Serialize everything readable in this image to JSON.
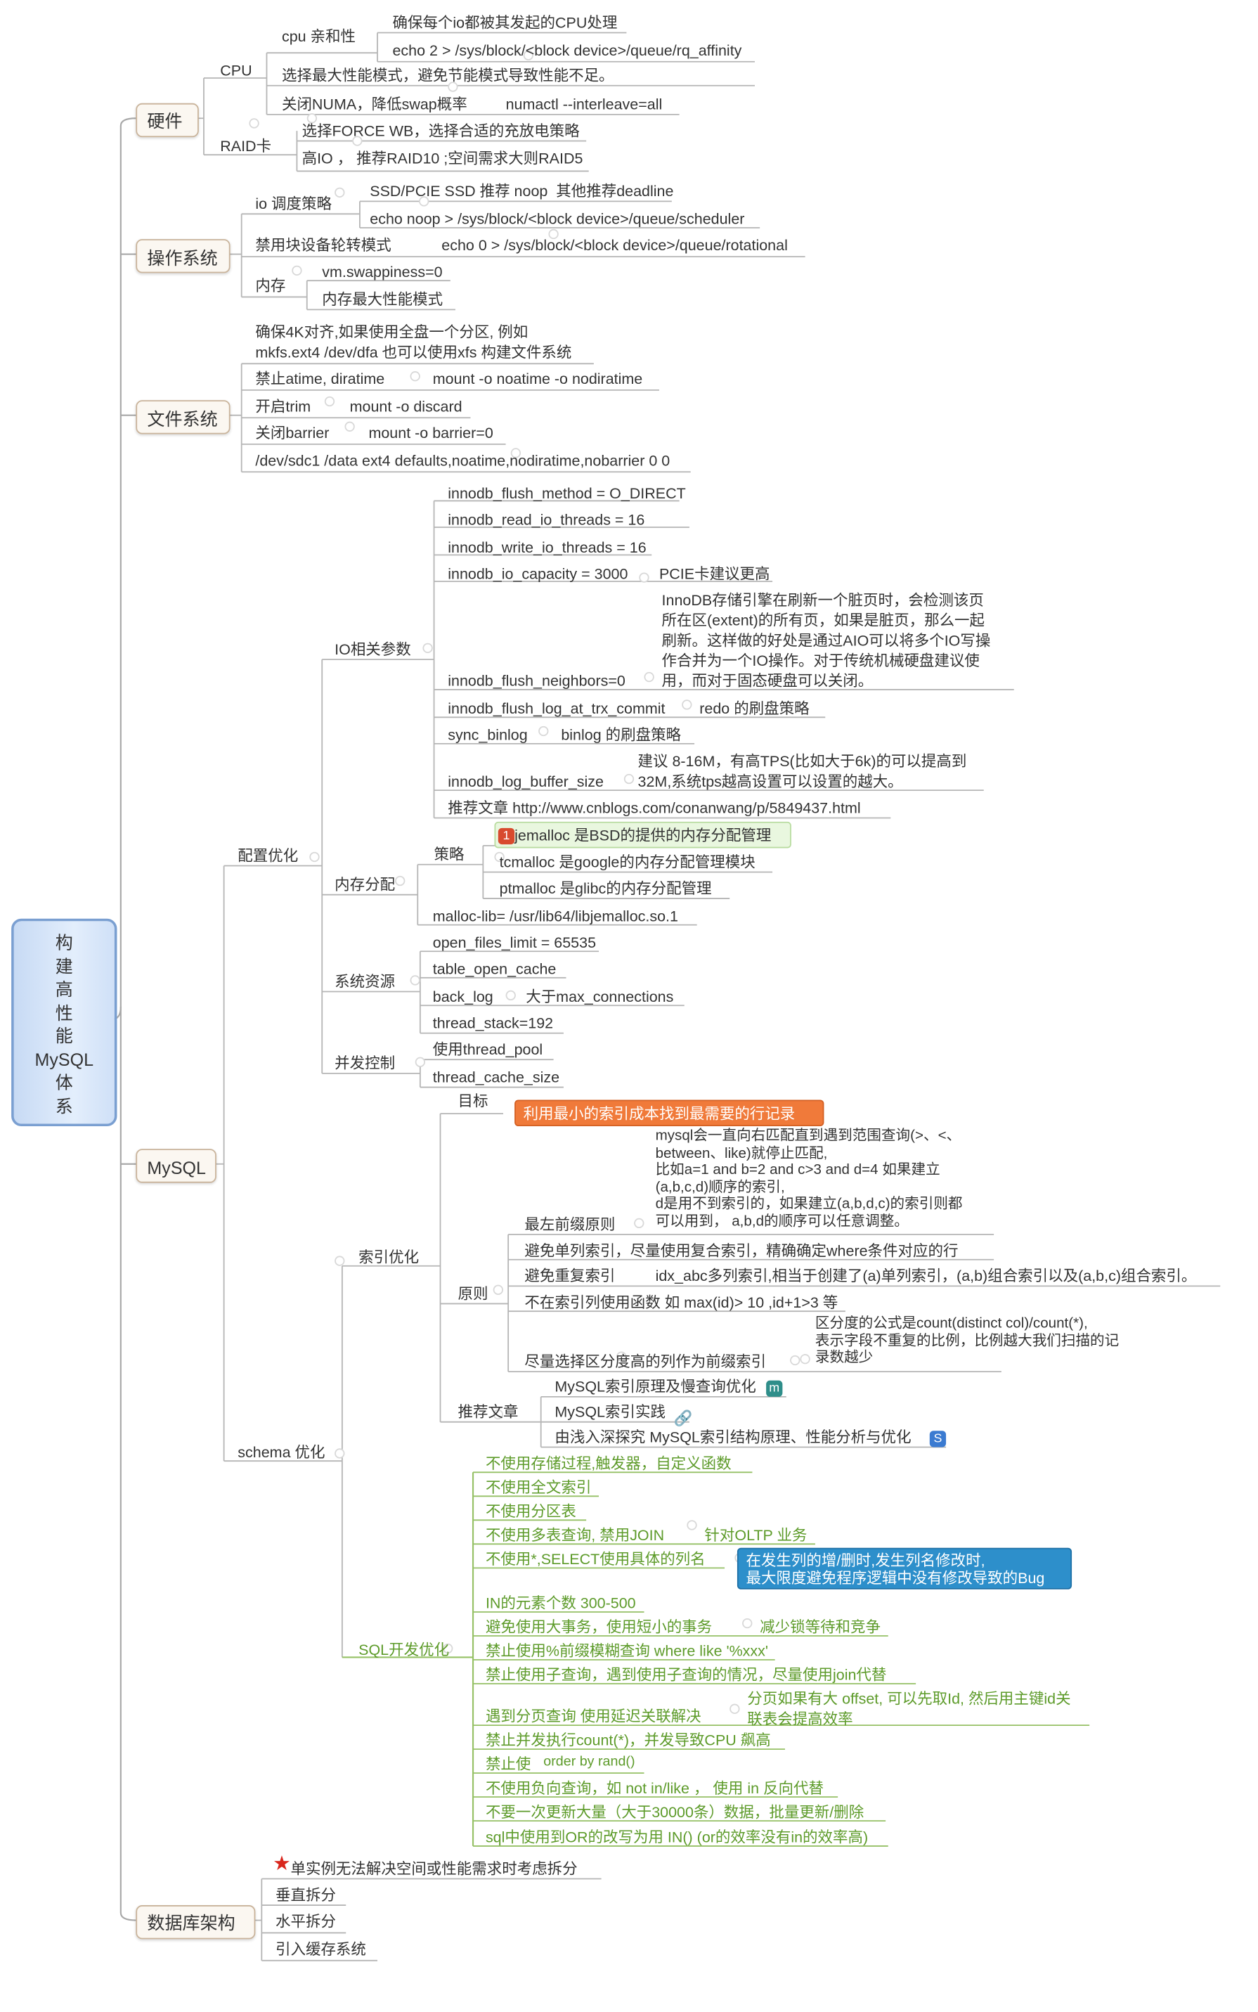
{
  "root": [
    "构",
    "建",
    "高",
    "性",
    "能",
    "MySQL",
    "体",
    "系"
  ],
  "colors": {
    "line": "#b5b5b5",
    "green_line": "#95c065",
    "green_text": "#5d9b2a",
    "orange_box": "#f07a3a",
    "blue_box": "#2d8fcb",
    "jemalloc_box": "#e9f7df",
    "root_box": "#d7e6fa"
  },
  "nodes": {
    "n1": "硬件",
    "n2": "CPU",
    "n3": "cpu 亲和性",
    "n4": "确保每个io都被其发起的CPU处理",
    "n5": "echo 2 > /sys/block/<block device>/queue/rq_affinity",
    "n6": "选择最大性能模式，避免节能模式导致性能不足。",
    "n7": "关闭NUMA，降低swap概率",
    "n8": "numactl --interleave=all",
    "n9": "RAID卡",
    "n10": "选择FORCE WB，选择合适的充放电策略",
    "n11": "高IO ， 推荐RAID10 ;空间需求大则RAID5",
    "n12": "操作系统",
    "n13": "io 调度策略",
    "n14": "SSD/PCIE SSD 推荐 noop  其他推荐deadline",
    "n15": "echo noop > /sys/block/<block device>/queue/scheduler",
    "n16": "禁用块设备轮转模式",
    "n17": "echo 0 > /sys/block/<block device>/queue/rotational",
    "n18": "内存",
    "n19": "vm.swappiness=0",
    "n20": "内存最大性能模式",
    "n21": "文件系统",
    "n22": "确保4K对齐,如果使用全盘一个分区, 例如\nmkfs.ext4 /dev/dfa 也可以使用xfs 构建文件系统",
    "n23": "禁止atime, diratime",
    "n24": "mount -o noatime -o nodiratime",
    "n25": "开启trim",
    "n26": "mount -o discard",
    "n27": "关闭barrier",
    "n28": "mount -o barrier=0",
    "n29": "/dev/sdc1 /data ext4 defaults,noatime,nodiratime,nobarrier 0 0",
    "n30": "MySQL",
    "n31": "配置优化",
    "n32": "IO相关参数",
    "n33": "innodb_flush_method = O_DIRECT",
    "n34": "innodb_read_io_threads = 16",
    "n35": "innodb_write_io_threads = 16",
    "n36": "innodb_io_capacity = 3000",
    "n37": "PCIE卡建议更高",
    "n38": "innodb_flush_neighbors=0",
    "n39": "InnoDB存储引擎在刷新一个脏页时，会检测该页\n所在区(extent)的所有页，如果是脏页，那么一起\n刷新。这样做的好处是通过AIO可以将多个IO写操\n作合并为一个IO操作。对于传统机械硬盘建议使\n用，而对于固态硬盘可以关闭。",
    "n40": "innodb_flush_log_at_trx_commit",
    "n41": "redo 的刷盘策略",
    "n42": "sync_binlog",
    "n43": "binlog 的刷盘策略",
    "n44": "innodb_log_buffer_size",
    "n45": "建议 8-16M，有高TPS(比如大于6k)的可以提高到\n32M,系统tps越高设置可以设置的越大。",
    "n46": "推荐文章 http://www.cnblogs.com/conanwang/p/5849437.html",
    "n47": "内存分配",
    "n48": "策略",
    "n49": "jemalloc 是BSD的提供的内存分配管理",
    "n50": "tcmalloc 是google的内存分配管理模块",
    "n51": "ptmalloc 是glibc的内存分配管理",
    "n52": "malloc-lib= /usr/lib64/libjemalloc.so.1",
    "n53": "系统资源",
    "n54": "open_files_limit = 65535",
    "n55": "table_open_cache",
    "n56": "back_log",
    "n57": "大于max_connections",
    "n58": "thread_stack=192",
    "n59": "并发控制",
    "n60": "使用thread_pool",
    "n61": "thread_cache_size",
    "n62": "schema 优化",
    "n63": "索引优化",
    "n64": "目标",
    "n65": "利用最小的索引成本找到最需要的行记录",
    "n66": "原则",
    "n67": "最左前缀原则",
    "n68": "mysql会一直向右匹配直到遇到范围查询(>、<、\nbetween、like)就停止匹配,\n比如a=1 and b=2 and c>3 and d=4 如果建立\n(a,b,c,d)顺序的索引,\nd是用不到索引的，如果建立(a,b,d,c)的索引则都\n可以用到， a,b,d的顺序可以任意调整。",
    "n69": "避免单列索引，尽量使用复合索引，精确确定where条件对应的行",
    "n70": "避免重复索引",
    "n71": "idx_abc多列索引,相当于创建了(a)单列索引，(a,b)组合索引以及(a,b,c)组合索引。",
    "n72": "不在索引列使用函数 如 max(id)> 10 ,id+1>3 等",
    "n73": "尽量选择区分度高的列作为前缀索引",
    "n74": "区分度的公式是count(distinct col)/count(*),\n表示字段不重复的比例，比例越大我们扫描的记\n录数越少",
    "n75": "推荐文章",
    "n76": "MySQL索引原理及慢查询优化",
    "n77": "MySQL索引实践",
    "n78": "由浅入深探究 MySQL索引结构原理、性能分析与优化",
    "n79": "SQL开发优化",
    "n80": "不使用存储过程,触发器，自定义函数",
    "n81": "不使用全文索引",
    "n82": "不使用分区表",
    "n83": "不使用多表查询, 禁用JOIN",
    "n84": "针对OLTP 业务",
    "n85": "不使用*,SELECT使用具体的列名",
    "n86": "在发生列的增/删时,发生列名修改时,\n最大限度避免程序逻辑中没有修改导致的Bug",
    "n87": "IN的元素个数 300-500",
    "n88": "避免使用大事务，使用短小的事务",
    "n89": "减少锁等待和竞争",
    "n90": "禁止使用%前缀模糊查询 where like '%xxx'",
    "n91": "禁止使用子查询，遇到使用子查询的情况，尽量使用join代替",
    "n92": "遇到分页查询 使用延迟关联解决",
    "n93": "分页如果有大 offset, 可以先取Id, 然后用主键id关\n联表会提高效率",
    "n94": "禁止并发执行count(*)，并发导致CPU 飙高",
    "n95": "禁止使",
    "n96": "order by rand()",
    "n97": "不使用负向查询，如 not in/like ， 使用 in 反向代替",
    "n98": "不要一次更新大量（大于30000条）数据，批量更新/删除",
    "n99": "sql中使用到OR的改写为用 IN() (or的效率没有in的效率高)",
    "n100": "数据库架构",
    "n101": "单实例无法解决空间或性能需求时考虑拆分",
    "n102": "垂直拆分",
    "n103": "水平拆分",
    "n104": "引入缓存系统"
  },
  "icons": {
    "i1": {
      "name": "priority-1-icon",
      "glyph": "1"
    },
    "i2": {
      "name": "memo-icon",
      "glyph": "m"
    },
    "i3": {
      "name": "hyperlink-icon",
      "glyph": "🔗"
    },
    "i4": {
      "name": "attachment-icon",
      "glyph": "S"
    },
    "i5": {
      "name": "star-icon",
      "glyph": "★"
    }
  }
}
